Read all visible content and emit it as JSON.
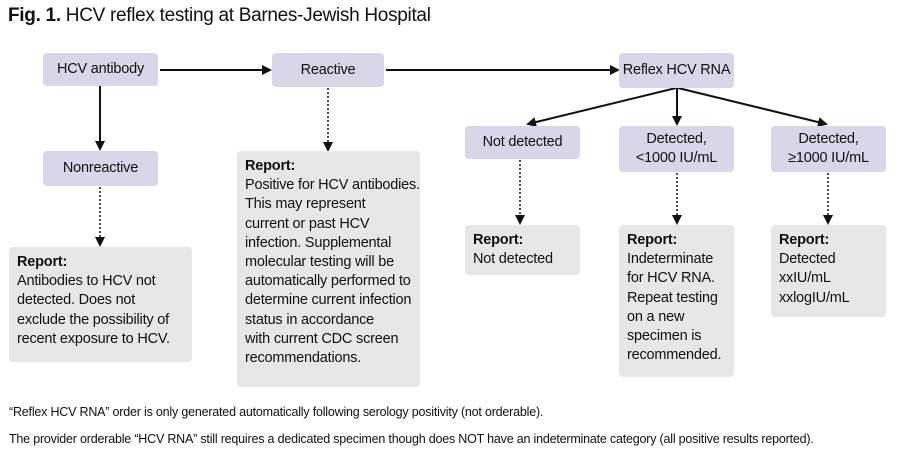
{
  "title": {
    "fig_label": "Fig. 1.",
    "text": "HCV reflex testing at Barnes-Jewish Hospital"
  },
  "nodes": {
    "antibody": "HCV antibody",
    "nonreactive": "Nonreactive",
    "reactive": "Reactive",
    "reflex": "Reflex HCV RNA",
    "not_detected": "Not detected",
    "detected_low": [
      "Detected,",
      "<1000 IU/mL"
    ],
    "detected_high": [
      "Detected,",
      "≥1000 IU/mL"
    ]
  },
  "reports": {
    "nonreactive": {
      "head": "Report:",
      "lines": [
        "Antibodies to HCV not",
        "detected. Does not",
        "exclude the possibility of",
        "recent exposure to HCV."
      ]
    },
    "reactive": {
      "head": "Report:",
      "lines": [
        "Positive for HCV antibodies.",
        "This may represent",
        "current or past HCV",
        "infection. Supplemental",
        "molecular testing will be",
        "automatically performed to",
        "determine current infection",
        "status in accordance",
        "with current CDC screen",
        "recommendations."
      ]
    },
    "not_detected": {
      "head": "Report:",
      "lines": [
        "Not detected"
      ]
    },
    "detected_low": {
      "head": "Report:",
      "lines": [
        "Indeterminate",
        "for HCV RNA.",
        "Repeat testing",
        "on a new",
        "specimen is",
        "recommended."
      ]
    },
    "detected_high": {
      "head": "Report:",
      "lines": [
        "Detected",
        "xxIU/mL",
        "xxlogIU/mL"
      ]
    }
  },
  "notes": [
    "“Reflex HCV RNA” order is only generated automatically following serology positivity (not orderable).",
    "The provider orderable “HCV RNA” still requires a dedicated specimen though does NOT have an indeterminate category (all positive results reported)."
  ],
  "colors": {
    "node_fill": "#d8d6e8",
    "report_fill": "#e7e7e7",
    "arrow": "#111111"
  }
}
